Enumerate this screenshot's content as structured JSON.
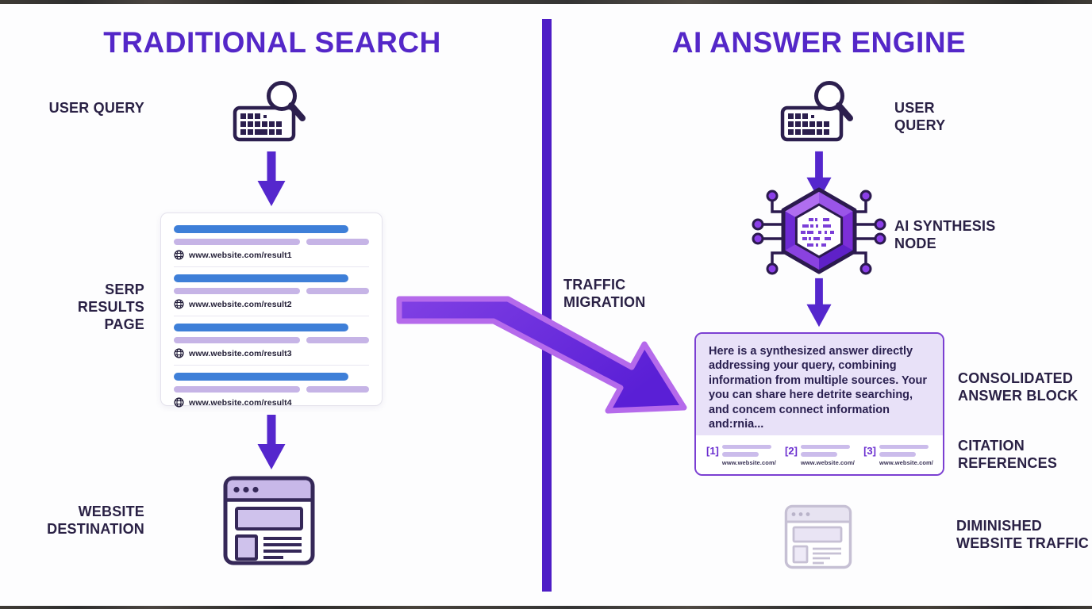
{
  "left": {
    "title": "TRADITIONAL SEARCH",
    "user_query_label": "USER QUERY",
    "serp_label": "SERP RESULTS PAGE",
    "serp_results": [
      {
        "url": "www.website.com/result1"
      },
      {
        "url": "www.website.com/result2"
      },
      {
        "url": "www.website.com/result3"
      },
      {
        "url": "www.website.com/result4"
      }
    ],
    "website_label": "WEBSITE DESTINATION"
  },
  "center": {
    "traffic_label": "TRAFFIC MIGRATION"
  },
  "right": {
    "title": "AI ANSWER ENGINE",
    "user_query_label": "USER QUERY",
    "ai_node_label": "AI SYNTHESIS NODE",
    "answer_block_label": "CONSOLIDATED ANSWER BLOCK",
    "answer_text": "Here is a synthesized answer directly addressing your query, combining information from multiple sources. Your you can share here detrite searching, and concem connect information and:rnia...",
    "citations_label": "CITATION REFERENCES",
    "citations": [
      {
        "ref": "[1]",
        "url": "www.website.com/"
      },
      {
        "ref": "[2]",
        "url": "www.website.com/"
      },
      {
        "ref": "[3]",
        "url": "www.website.com/"
      }
    ],
    "diminished_label": "DIMINISHED WEBSITE TRAFFIC"
  },
  "colors": {
    "title_purple": "#5427c8",
    "label_navy": "#2a2145",
    "divider_purple": "#4e1dc6",
    "down_arrow_purple": "#5527cd",
    "migration_arrow_fill": "#6a2cdd",
    "migration_arrow_outline": "#b56aeb",
    "serp_title_blue": "#3e7fd8",
    "bar_lavender": "#c6b4e6",
    "answer_block_bg": "#e8e1f8",
    "answer_block_border": "#7b3fd2"
  }
}
